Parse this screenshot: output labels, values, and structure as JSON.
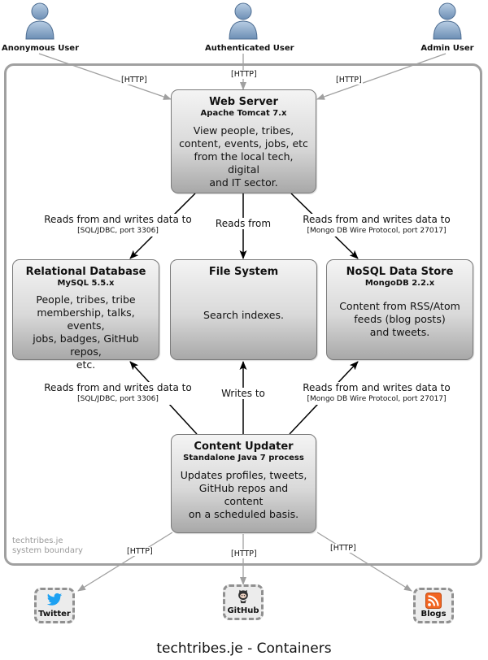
{
  "people": [
    {
      "label": "Anonymous User"
    },
    {
      "label": "Authenticated User"
    },
    {
      "label": "Admin User"
    }
  ],
  "boundary": {
    "line1": "techtribes.je",
    "line2": "system boundary"
  },
  "containers": {
    "web_server": {
      "name": "Web Server",
      "tech": "Apache Tomcat 7.x",
      "desc": [
        "View people, tribes,",
        "content, events, jobs, etc",
        "from the local tech, digital",
        "and IT sector."
      ]
    },
    "relational_db": {
      "name": "Relational Database",
      "tech": "MySQL 5.5.x",
      "desc": [
        "People, tribes, tribe",
        "membership, talks, events,",
        "jobs, badges, GitHub repos,",
        "etc."
      ]
    },
    "file_system": {
      "name": "File System",
      "tech": "",
      "desc": [
        "Search indexes."
      ]
    },
    "nosql": {
      "name": "NoSQL Data Store",
      "tech": "MongoDB 2.2.x",
      "desc": [
        "Content from RSS/Atom",
        "feeds (blog posts)",
        "and tweets."
      ]
    },
    "content_updater": {
      "name": "Content Updater",
      "tech": "Standalone Java 7 process",
      "desc": [
        "Updates profiles, tweets,",
        "GitHub repos and content",
        "on a scheduled basis."
      ]
    }
  },
  "relationships": {
    "http": "[HTTP]",
    "ws_to_db": {
      "text": "Reads from and writes data to",
      "tech": "[SQL/JDBC, port 3306]"
    },
    "ws_to_fs": {
      "text": "Reads from"
    },
    "ws_to_nosql": {
      "text": "Reads from and writes data to",
      "tech": "[Mongo DB Wire Protocol, port 27017]"
    },
    "cu_to_db": {
      "text": "Reads from and writes data to",
      "tech": "[SQL/JDBC, port 3306]"
    },
    "cu_to_fs": {
      "text": "Writes to"
    },
    "cu_to_nosql": {
      "text": "Reads from and writes data to",
      "tech": "[Mongo DB Wire Protocol, port 27017]"
    }
  },
  "external": [
    {
      "label": "Twitter",
      "icon": "twitter-bird-icon",
      "color": "#1da1f2"
    },
    {
      "label": "GitHub",
      "icon": "github-octocat-icon",
      "color": "#333333"
    },
    {
      "label": "Blogs",
      "icon": "rss-feed-icon",
      "color": "#f26522"
    }
  ],
  "title": "techtribes.je - Containers"
}
